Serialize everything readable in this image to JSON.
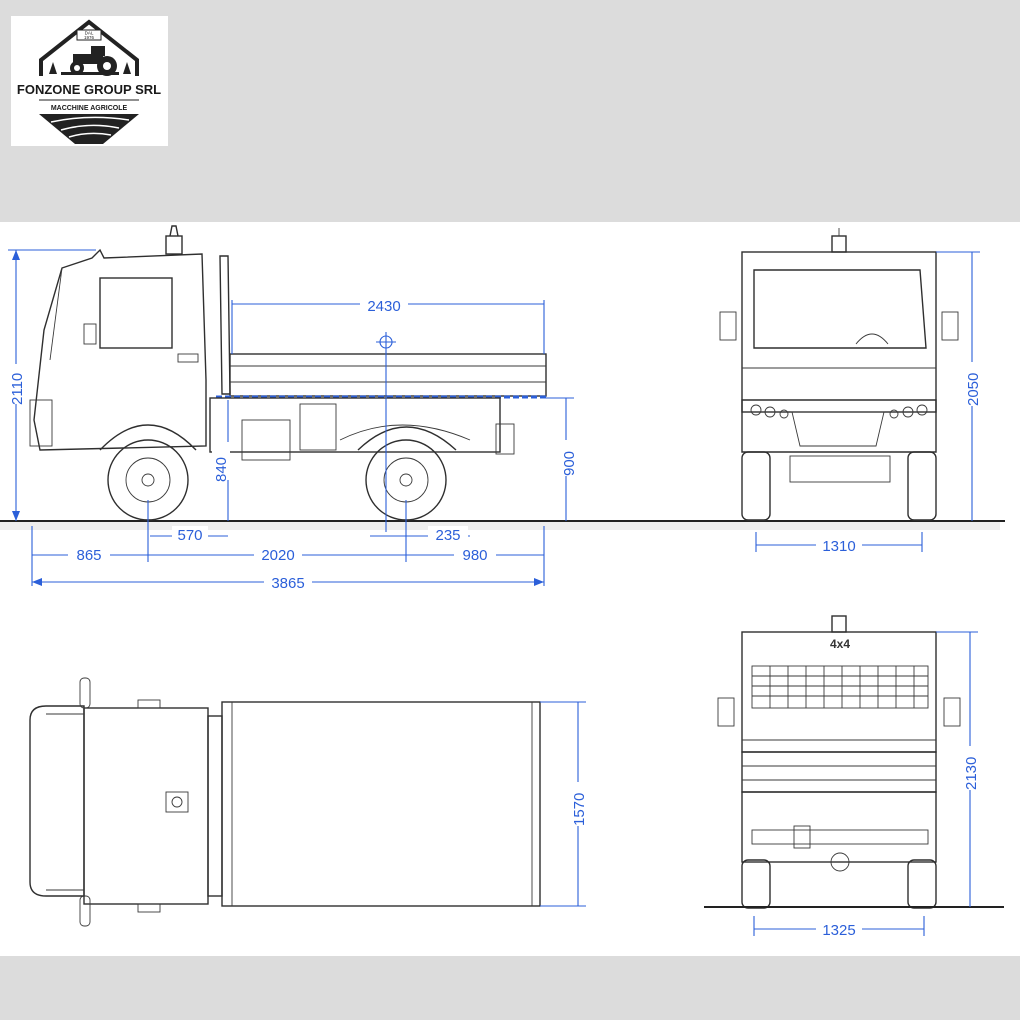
{
  "brand": {
    "name": "FONZONE GROUP SRL",
    "tagline": "MACCHINE AGRICOLE",
    "since": "DAL",
    "year": "1976"
  },
  "colors": {
    "background": "#dcdcdc",
    "sheet": "#ffffff",
    "dimension": "#2b5fd9",
    "outline": "#2f2f2f"
  },
  "side_view": {
    "overall_height": "2110",
    "bed_length": "2430",
    "bed_height_low": "840",
    "bed_height": "900",
    "front_overhang": "865",
    "wheelbase": "2020",
    "rear_overhang": "980",
    "overall_length": "3865",
    "axle_offset_front": "570",
    "axle_offset_rear": "235"
  },
  "front_view": {
    "height": "2050",
    "track": "1310"
  },
  "rear_view": {
    "height": "2130",
    "track": "1325",
    "badge": "4x4"
  },
  "top_view": {
    "bed_width": "1570"
  }
}
